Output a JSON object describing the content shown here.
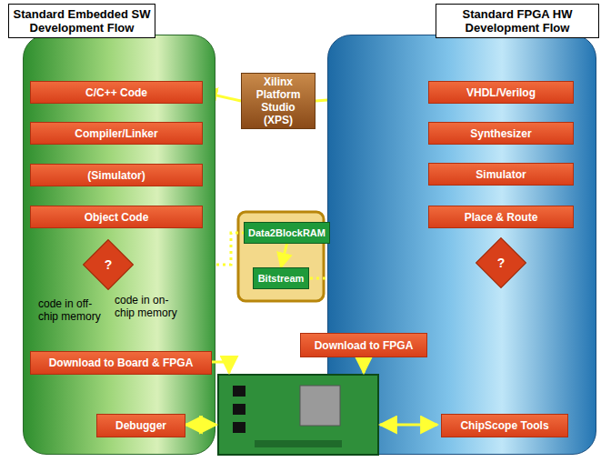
{
  "diagram": {
    "nodes": [
      {
        "text": [
          "Standard Embedded SW Development Flow"
        ]
      },
      {
        "text": [
          "Standard FPGA HW Development Flow"
        ]
      },
      {
        "text": [
          "Xilinx Platform Studio (XPS)"
        ]
      },
      {
        "text": [
          "C/C++ Code"
        ],
        "in": 0
      },
      {
        "text": [
          "Compiler/Linker"
        ],
        "in": 0
      },
      {
        "text": [
          "(Simulator)"
        ],
        "in": 0
      },
      {
        "text": [
          "Object Code"
        ],
        "in": 0
      },
      {
        "text": [
          "?"
        ],
        "in": 0
      },
      {
        "text": [
          "VHDL/Verilog"
        ],
        "in": 1
      },
      {
        "text": [
          "Synthesizer"
        ],
        "in": 1
      },
      {
        "text": [
          "Simulator"
        ],
        "in": 1
      },
      {
        "text": [
          "Place & Route"
        ],
        "in": 1
      },
      {
        "text": [
          "?"
        ],
        "in": 1
      },
      {
        "text": [
          "Data2BlockRAM"
        ]
      },
      {
        "text": [
          "Bitstream"
        ]
      },
      {
        "text": [
          "Download to FPGA"
        ]
      },
      {
        "text": [
          "Download to Board & FPGA"
        ],
        "in": 0
      },
      {
        "text": [
          "Debugger"
        ],
        "in": 0
      },
      {
        "text": [
          "ChipScope Tools"
        ],
        "in": 1
      }
    ],
    "edges": [
      {
        "from": 2,
        "to": 3,
        "arrow": "to"
      },
      {
        "from": 2,
        "to": 8,
        "arrow": "to"
      },
      {
        "from": 6,
        "to": 7,
        "arrow": "none"
      },
      {
        "from": 7,
        "to": 16,
        "arrow": "to"
      },
      {
        "from": 7,
        "to": 13,
        "arrow": "none"
      },
      {
        "from": 13,
        "to": 14,
        "arrow": "to"
      },
      {
        "from": 11,
        "to": 12,
        "arrow": "to"
      },
      {
        "from": 12,
        "to": 14,
        "arrow": "none"
      },
      {
        "from": 12,
        "to": 15,
        "arrow": "to"
      }
    ],
    "labels": [
      "code in off-chip memory",
      "code in on-chip memory"
    ]
  }
}
